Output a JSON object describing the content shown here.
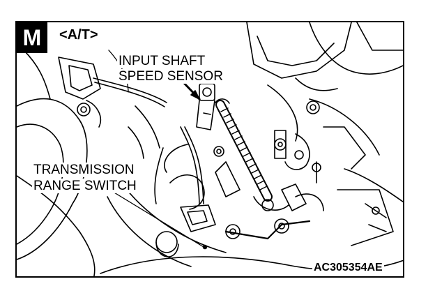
{
  "figure": {
    "badge": "M",
    "transmission_type": "<A/T>",
    "callouts": {
      "input_shaft_speed_sensor": [
        "INPUT SHAFT",
        "SPEED SENSOR"
      ],
      "transmission_range_switch": [
        "TRANSMISSION",
        "RANGE SWITCH"
      ]
    },
    "figure_code": "AC305354AE"
  }
}
